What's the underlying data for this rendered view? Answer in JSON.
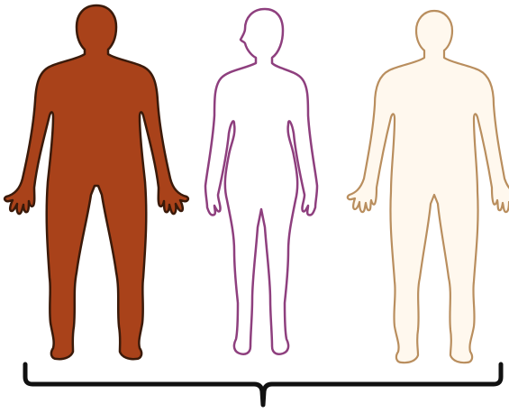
{
  "figures": [
    {
      "name": "figure-male-filled",
      "fill": "#A9421A",
      "stroke": "#3A1A0A",
      "description_icon": "human-body-silhouette-icon"
    },
    {
      "name": "figure-female-outline",
      "fill": "#FFFFFF",
      "stroke": "#8E3F7E",
      "description_icon": "human-body-outline-icon"
    },
    {
      "name": "figure-neutral-light",
      "fill": "#FFF8EE",
      "stroke": "#B98E5E",
      "description_icon": "human-body-outline-icon"
    }
  ],
  "brace": {
    "color": "#111111",
    "icon": "curly-brace-icon"
  }
}
